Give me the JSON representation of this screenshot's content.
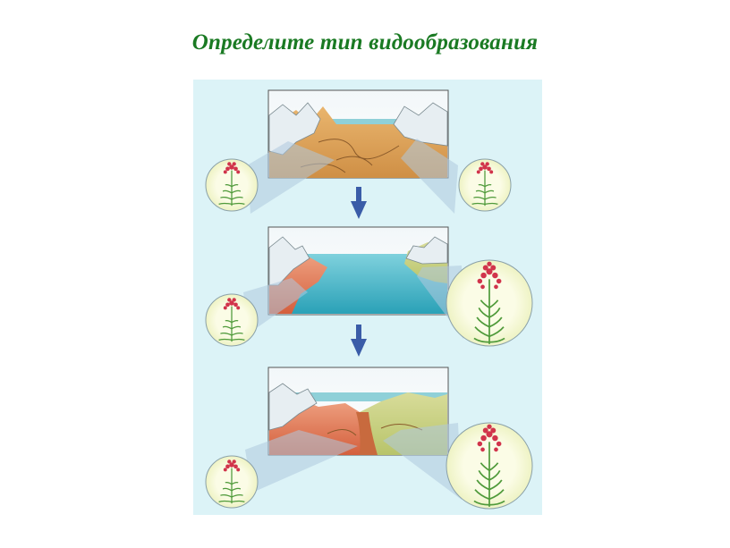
{
  "slide": {
    "title": "Определите тип видообразования"
  },
  "diagram": {
    "stages": [
      {
        "name": "stage-1-continuous-range",
        "populations": 2
      },
      {
        "name": "stage-2-sea-barrier",
        "populations": 2
      },
      {
        "name": "stage-3-divergence",
        "populations": 2
      }
    ],
    "arrows": 2,
    "colors": {
      "background": "#dcf3f7",
      "title": "#1a7a23",
      "arrow": "#3a5ca8",
      "water": "#3fb6c8",
      "land": "#d89a52",
      "flower": "#d1344b",
      "stem": "#4f9a3a"
    }
  }
}
